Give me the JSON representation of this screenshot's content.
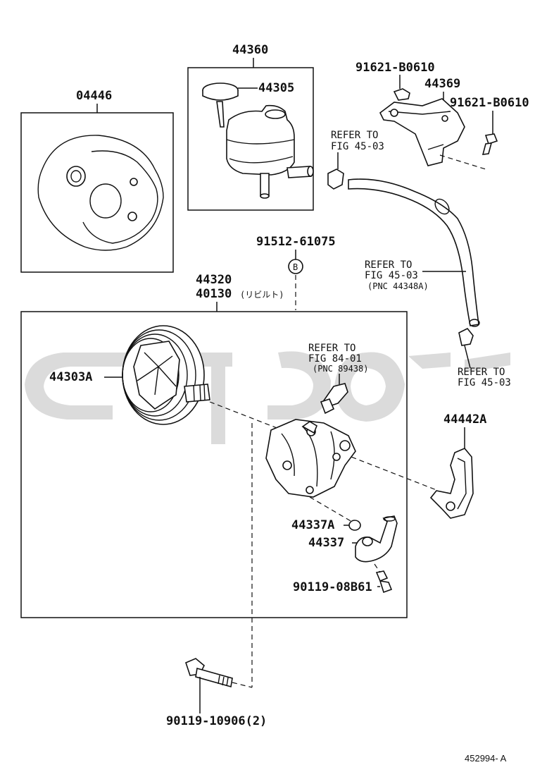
{
  "labels": {
    "kit_04446": "04446",
    "reservoir_44360": "44360",
    "cap_44305": "44305",
    "bolt_91621_a": "91621-B0610",
    "bracket_44369": "44369",
    "bolt_91621_b": "91621-B0610",
    "bolt_91512": "91512-61075",
    "circle_b": "B",
    "pump_44320": "44320",
    "pump_40130": "40130",
    "rebuilt": "(リビルト)",
    "pulley_44303a": "44303A",
    "bracket_44442a": "44442A",
    "oring_44337a": "44337A",
    "union_44337": "44337",
    "bolt_90119_08": "90119-08B61",
    "bolt_90119_10": "90119-10906(2)",
    "figure_id": "452994- A"
  },
  "refs": {
    "ref1_line1": "REFER TO",
    "ref1_line2": "FIG 45-03",
    "ref2_line1": "REFER TO",
    "ref2_line2": "FIG 45-03",
    "ref2_line3": "(PNC 44348A)",
    "ref3_line1": "REFER TO",
    "ref3_line2": "FIG 84-01",
    "ref3_line3": "(PNC 89438)",
    "ref4_line1": "REFER TO",
    "ref4_line2": "FIG 45-03"
  },
  "colors": {
    "ink": "#111111",
    "watermark": "#cfcfcf",
    "background": "#ffffff"
  }
}
